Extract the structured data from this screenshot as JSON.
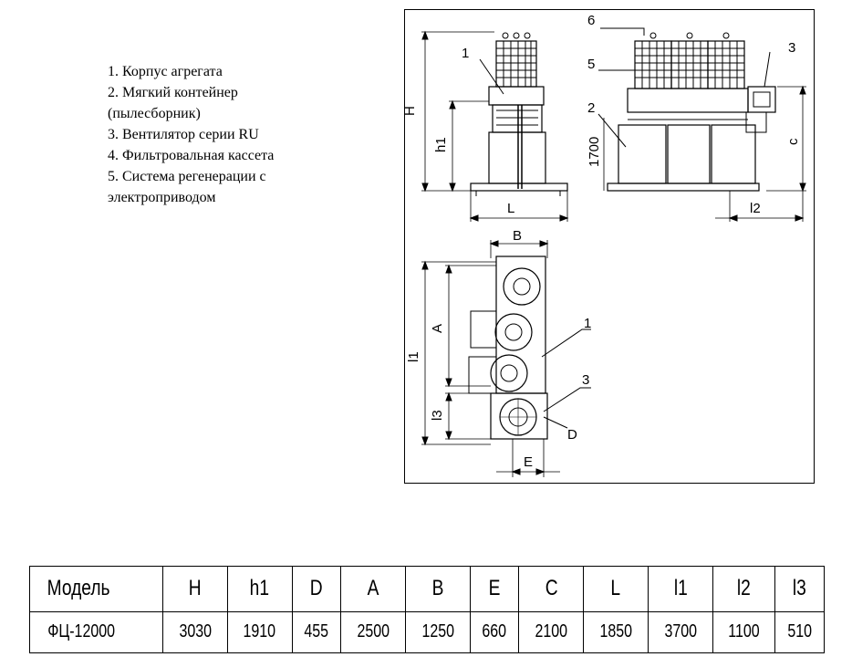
{
  "legend": {
    "items": [
      "1. Корпус агрегата",
      "2. Мягкий контейнер\n(пылесборник)",
      "3. Вентилятор серии RU",
      "4. Фильтровальная кассета",
      "5. Система регенерации с\nэлектроприводом"
    ]
  },
  "drawing": {
    "labels": {
      "n1_front": "1",
      "n6": "6",
      "n5": "5",
      "n3_side": "3",
      "n2": "2",
      "n1_plan": "1",
      "n3_plan": "3",
      "D": "D",
      "H": "H",
      "h1": "h1",
      "L": "L",
      "dim1700": "1700",
      "C": "c",
      "l2": "l2",
      "B": "B",
      "A": "A",
      "l1": "l1",
      "l3": "l3",
      "E": "E"
    }
  },
  "table": {
    "headers": [
      "Модель",
      "H",
      "h1",
      "D",
      "A",
      "B",
      "E",
      "C",
      "L",
      "l1",
      "l2",
      "l3"
    ],
    "row": [
      "ФЦ-12000",
      "3030",
      "1910",
      "455",
      "2500",
      "1250",
      "660",
      "2100",
      "1850",
      "3700",
      "1100",
      "510"
    ]
  }
}
